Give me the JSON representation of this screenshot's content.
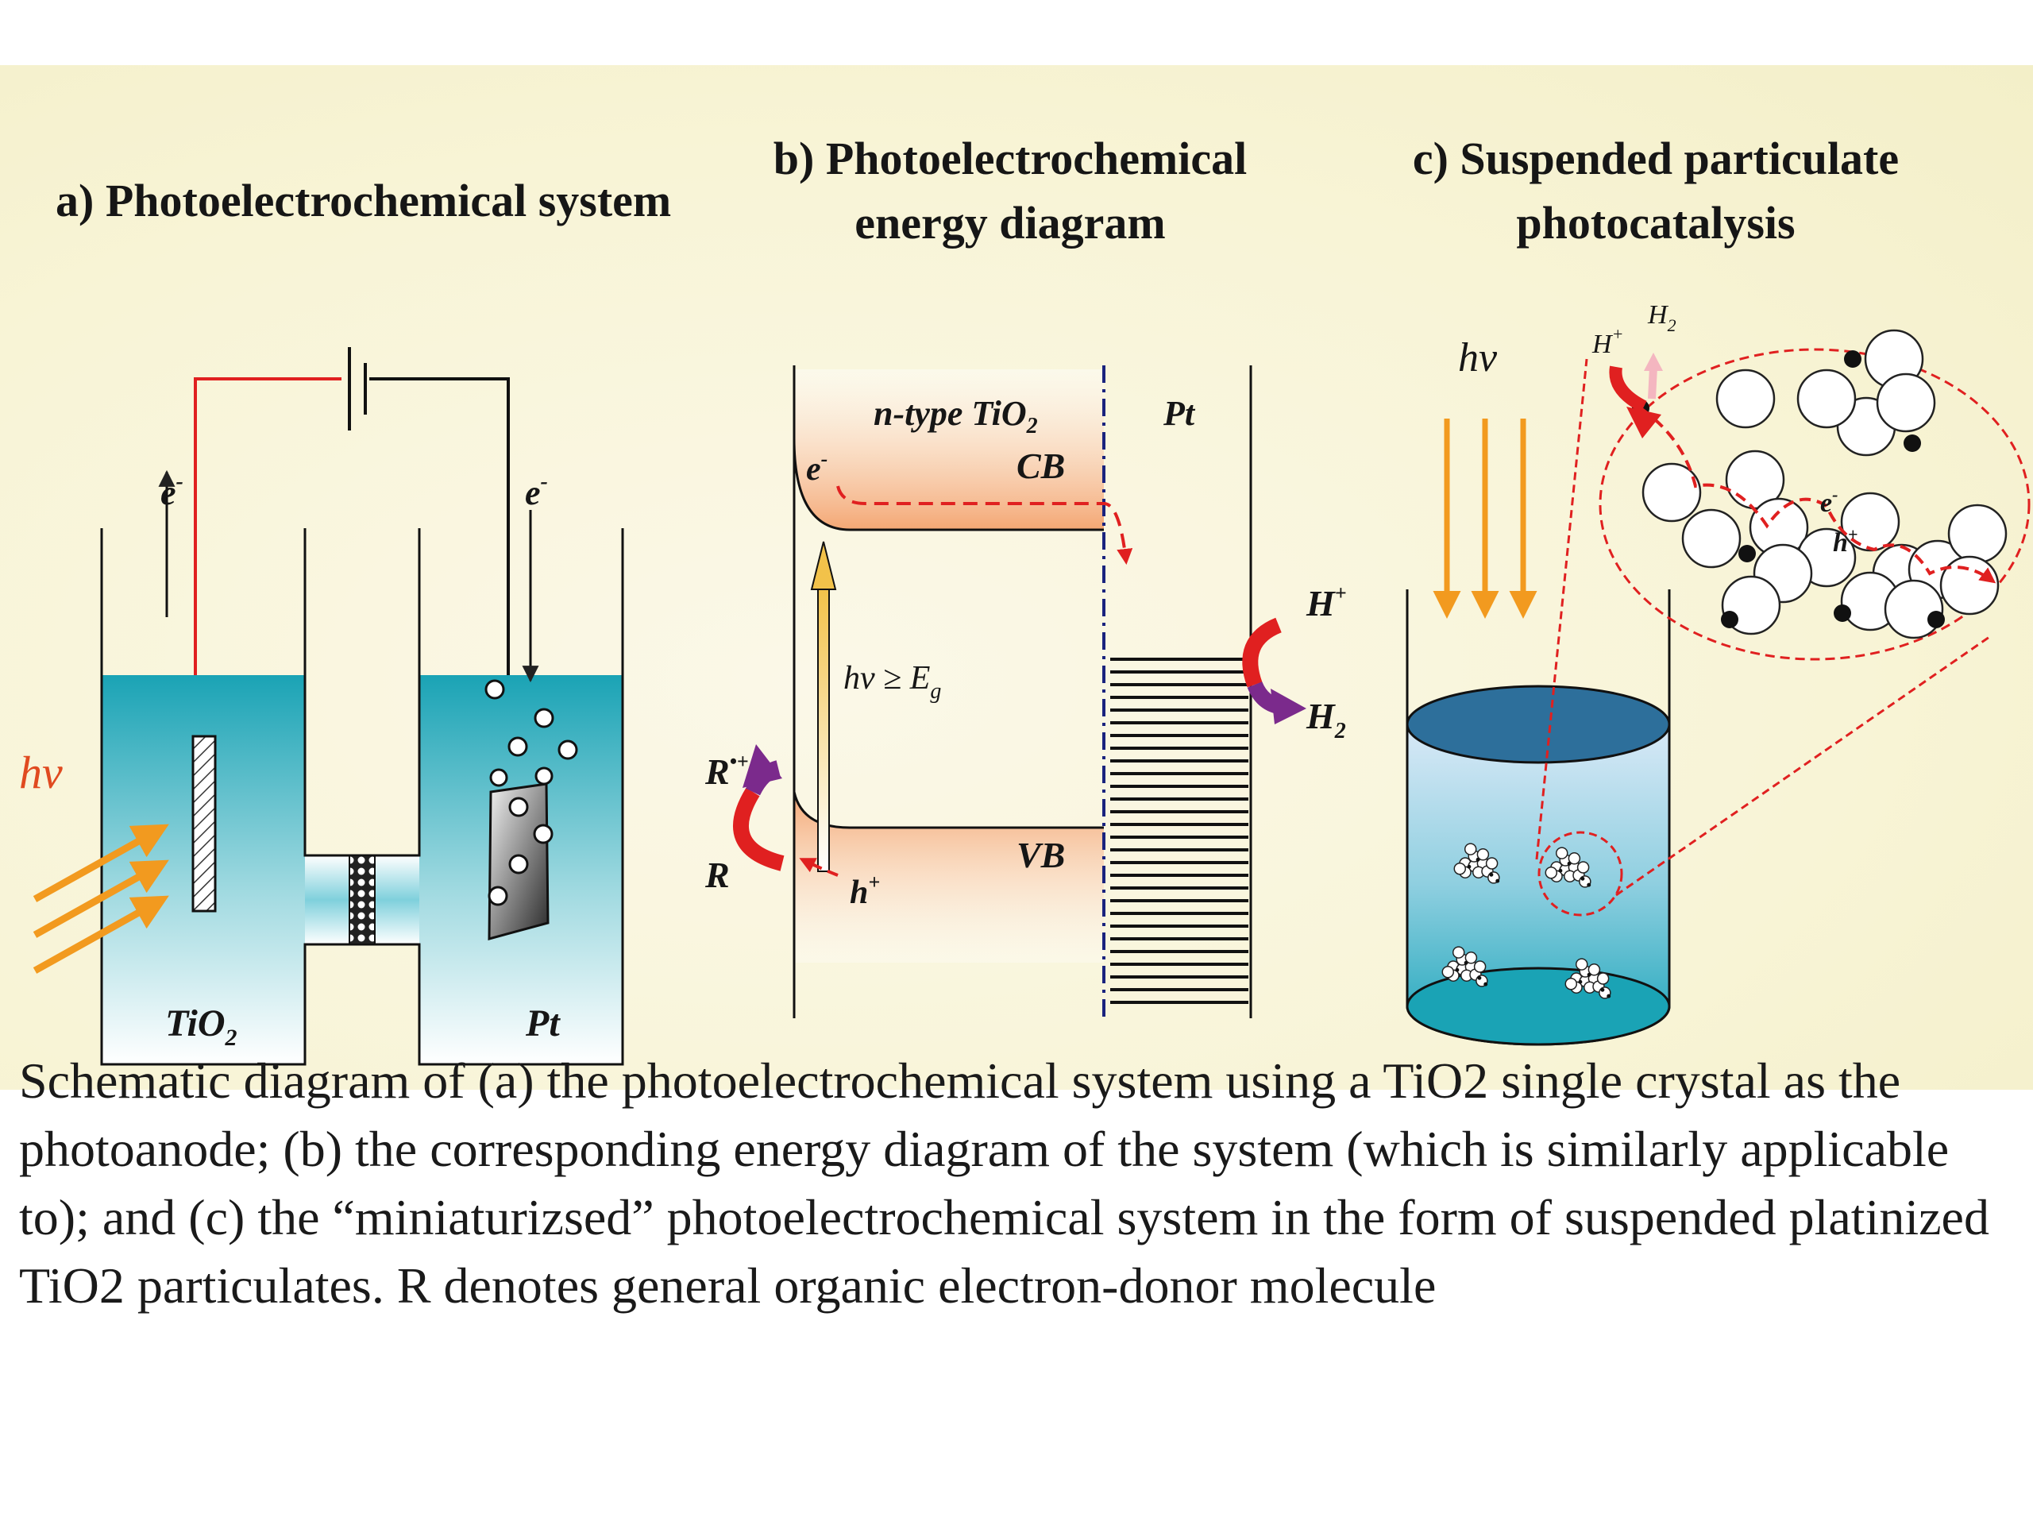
{
  "panels": {
    "a": {
      "title": "a) Photoelectrochemical system",
      "electron_left": "e",
      "electron_right": "e",
      "hv": "hv",
      "anode": "TiO",
      "anode_sub": "2",
      "cathode": "Pt"
    },
    "b": {
      "title_line1": "b) Photoelectrochemical",
      "title_line2": "energy diagram",
      "semiconductor": "n-type TiO",
      "semiconductor_sub": "2",
      "metal": "Pt",
      "cb": "CB",
      "vb": "VB",
      "electron": "e",
      "hole": "h",
      "excitation": "hv ≥ E",
      "excitation_sub": "g",
      "h_plus": "H",
      "h2": "H",
      "h2_sub": "2",
      "r_plus": "R",
      "r": "R"
    },
    "c": {
      "title_line1": "c) Suspended particulate",
      "title_line2": "photocatalysis",
      "hv": "hv",
      "h_plus": "H",
      "h2": "H",
      "h2_sub": "2",
      "electron": "e",
      "hole": "h"
    }
  },
  "caption": "Schematic diagram of (a) the photoelectrochemical system using a TiO2 single crystal as the photoanode; (b) the corresponding energy diagram of the system (which is similarly applicable to); and (c) the “miniaturizsed” photoelectrochemical system in the form of suspended platinized TiO2 particulates. R denotes general organic electron-donor molecule",
  "colors": {
    "background": "#f8f4d6",
    "electrolyte": "#1aa3b5",
    "arrow_light": "#f29a1f",
    "wire_red": "#e02020",
    "band_orange": "#f6b98a",
    "dashed_red": "#e02020",
    "curved_red": "#e02020",
    "curved_purple": "#7b2a8c"
  }
}
